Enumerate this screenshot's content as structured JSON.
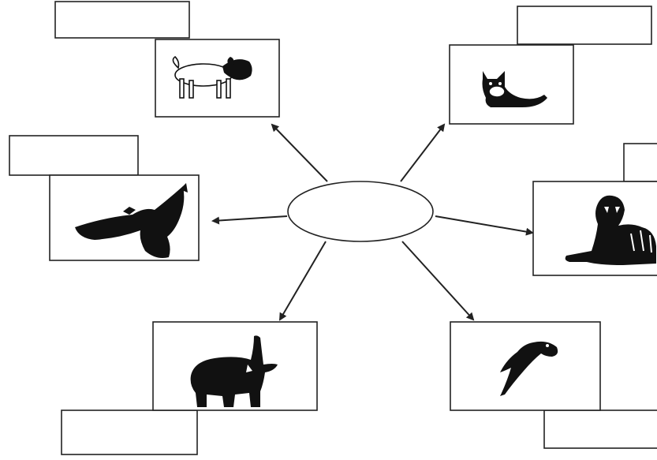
{
  "diagram": {
    "center_label": "",
    "nodes": [
      {
        "id": "dog",
        "icon": "dog-icon",
        "label": ""
      },
      {
        "id": "cat",
        "icon": "cat-icon",
        "label": ""
      },
      {
        "id": "eagle",
        "icon": "eagle-icon",
        "label": ""
      },
      {
        "id": "tiger",
        "icon": "tiger-icon",
        "label": ""
      },
      {
        "id": "elephant",
        "icon": "elephant-icon",
        "label": ""
      },
      {
        "id": "parrot",
        "icon": "parrot-icon",
        "label": ""
      }
    ]
  }
}
